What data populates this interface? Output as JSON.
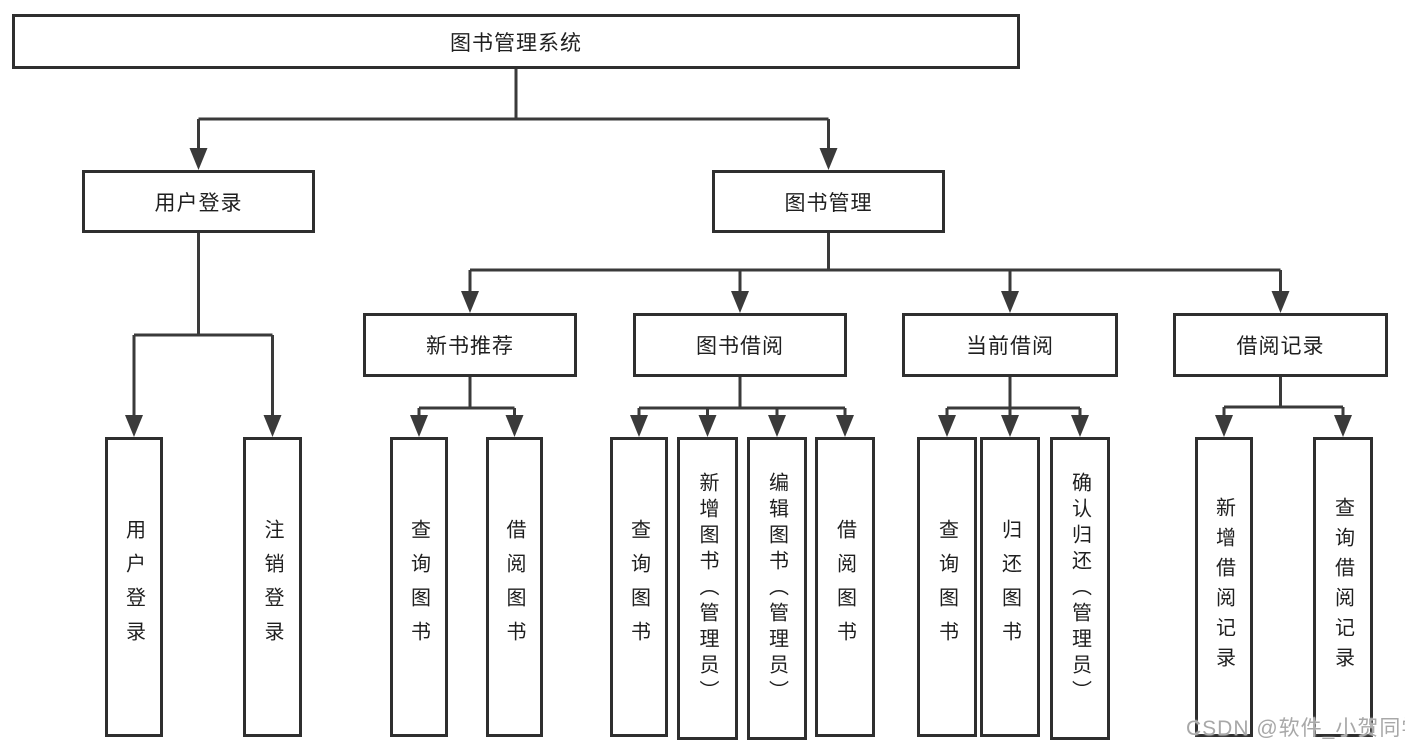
{
  "title": "图书管理系统",
  "level2": [
    {
      "label": "用户登录"
    },
    {
      "label": "图书管理"
    }
  ],
  "level3": [
    {
      "label": "新书推荐"
    },
    {
      "label": "图书借阅"
    },
    {
      "label": "当前借阅"
    },
    {
      "label": "借阅记录"
    }
  ],
  "leaves": [
    {
      "label": "用户登录"
    },
    {
      "label": "注销登录"
    },
    {
      "label": "查询图书"
    },
    {
      "label": "借阅图书"
    },
    {
      "label": "查询图书"
    },
    {
      "label": "新增图书（管理员）"
    },
    {
      "label": "编辑图书（管理员）"
    },
    {
      "label": "借阅图书"
    },
    {
      "label": "查询图书"
    },
    {
      "label": "归还图书"
    },
    {
      "label": "确认归还（管理员）"
    },
    {
      "label": "新增借阅记录"
    },
    {
      "label": "查询借阅记录"
    }
  ],
  "watermark": "CSDN @软件_小贺同学",
  "colors": {
    "line": "#3a3a3a",
    "box_border": "#2f2f2f",
    "text": "#1f1f1f",
    "watermark": "#a8a8a8",
    "background": "#ffffff"
  }
}
